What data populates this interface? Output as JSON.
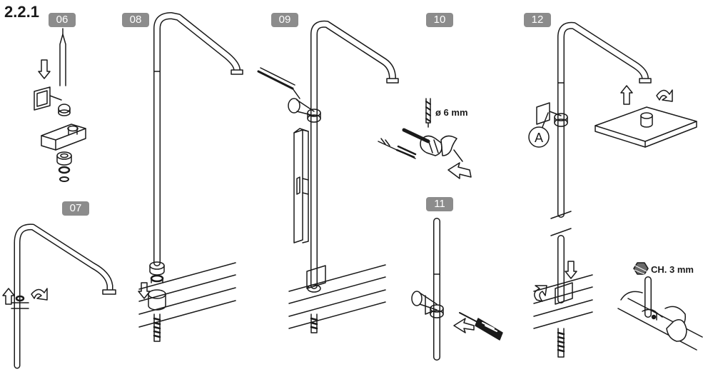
{
  "section": "2.2.1",
  "steps": [
    "06",
    "07",
    "08",
    "09",
    "10",
    "11",
    "12"
  ],
  "labels": {
    "drill_size": "ø 6 mm",
    "callout": "A",
    "hex_key": "CH. 3 mm"
  },
  "colors": {
    "badge_bg": "#8c8c8c",
    "badge_text": "#ffffff",
    "line": "#1a1a1a"
  }
}
